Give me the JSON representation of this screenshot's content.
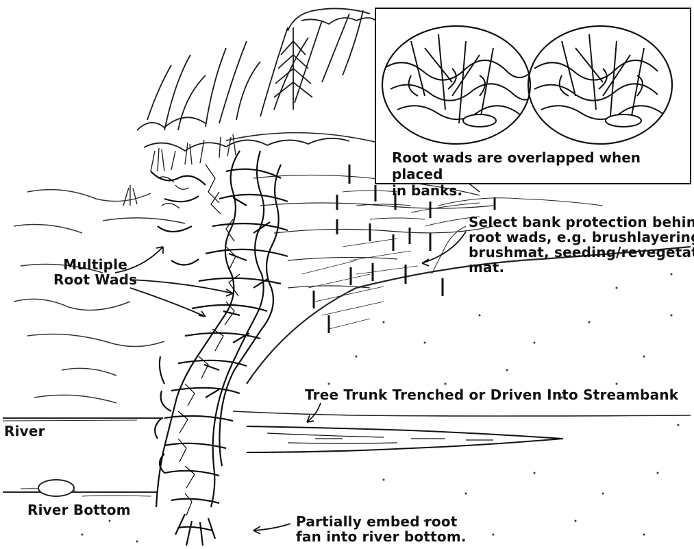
{
  "diagram": {
    "inset_caption": [
      "Root wads are overlapped when placed",
      "in banks."
    ],
    "bank_protection_note": [
      "Select bank protection behind",
      "root wads, e.g. brushlayering,",
      "brushmat, seeding/revegetatic",
      "mat."
    ],
    "multiple_root_wads": [
      "Multiple",
      "Root Wads"
    ],
    "tree_trunk": "Tree Trunk Trenched or Driven Into Streambank",
    "river": "River",
    "river_bottom": "River Bottom",
    "embed_note": [
      "Partially embed root",
      "fan into river bottom."
    ]
  }
}
